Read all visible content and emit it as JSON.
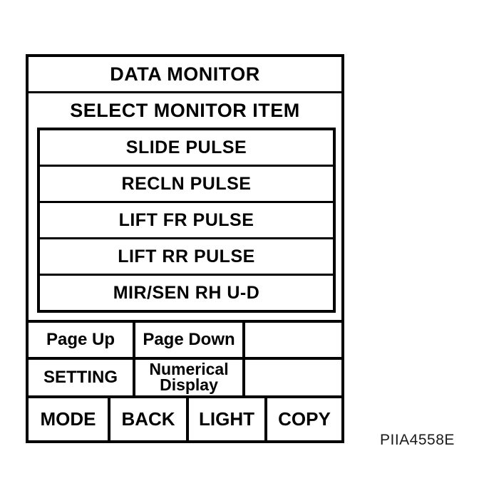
{
  "colors": {
    "ink": "#000000",
    "paper": "#ffffff"
  },
  "screen": {
    "title": "DATA MONITOR",
    "subtitle": "SELECT MONITOR ITEM",
    "monitor_items": [
      "SLIDE PULSE",
      "RECLN PULSE",
      "LIFT FR PULSE",
      "LIFT RR PULSE",
      "MIR/SEN RH U-D"
    ],
    "softkeys": {
      "row1": [
        "Page Up",
        "Page Down",
        ""
      ],
      "row2": [
        "SETTING",
        "Numerical Display",
        ""
      ],
      "row3": [
        "MODE",
        "BACK",
        "LIGHT",
        "COPY"
      ]
    }
  },
  "figure_code": "PIIA4558E"
}
